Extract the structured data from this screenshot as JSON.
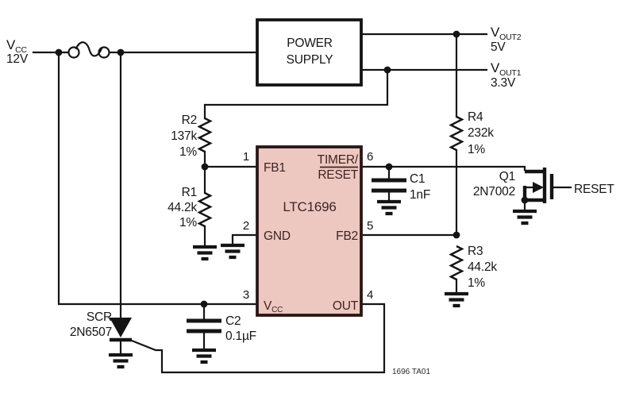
{
  "power_input": {
    "label_main": "V",
    "label_sub": "CC",
    "voltage": "12V"
  },
  "power_supply": {
    "line1": "POWER",
    "line2": "SUPPLY"
  },
  "outputs": {
    "vout2": {
      "label_main": "V",
      "label_sub": "OUT2",
      "voltage": "5V"
    },
    "vout1": {
      "label_main": "V",
      "label_sub": "OUT1",
      "voltage": "3.3V"
    }
  },
  "ic": {
    "part": "LTC1696",
    "pin1": {
      "num": "1",
      "name": "FB1"
    },
    "pin2": {
      "num": "2",
      "name": "GND"
    },
    "pin3": {
      "num": "3",
      "name_main": "V",
      "name_sub": "CC"
    },
    "pin4": {
      "num": "4",
      "name": "OUT"
    },
    "pin5": {
      "num": "5",
      "name": "FB2"
    },
    "pin6": {
      "num": "6",
      "name_line1": "TIMER/",
      "name_line2": "RESET"
    }
  },
  "resistors": {
    "r1": {
      "ref": "R1",
      "value": "44.2k",
      "tolerance": "1%"
    },
    "r2": {
      "ref": "R2",
      "value": "137k",
      "tolerance": "1%"
    },
    "r3": {
      "ref": "R3",
      "value": "44.2k",
      "tolerance": "1%"
    },
    "r4": {
      "ref": "R4",
      "value": "232k",
      "tolerance": "1%"
    }
  },
  "capacitors": {
    "c1": {
      "ref": "C1",
      "value": "1nF"
    },
    "c2": {
      "ref": "C2",
      "value": "0.1µF"
    }
  },
  "mosfet": {
    "ref": "Q1",
    "part": "2N7002"
  },
  "scr": {
    "ref": "SCR",
    "part": "2N6507"
  },
  "signals": {
    "reset_label": "RESET"
  },
  "figure_id": "1696 TA01",
  "colors": {
    "ic_fill": "#edc8c0",
    "ic_border": "#2b1616",
    "ic_text": "#3f2323",
    "wire": "#141414",
    "background": "#ffffff"
  }
}
